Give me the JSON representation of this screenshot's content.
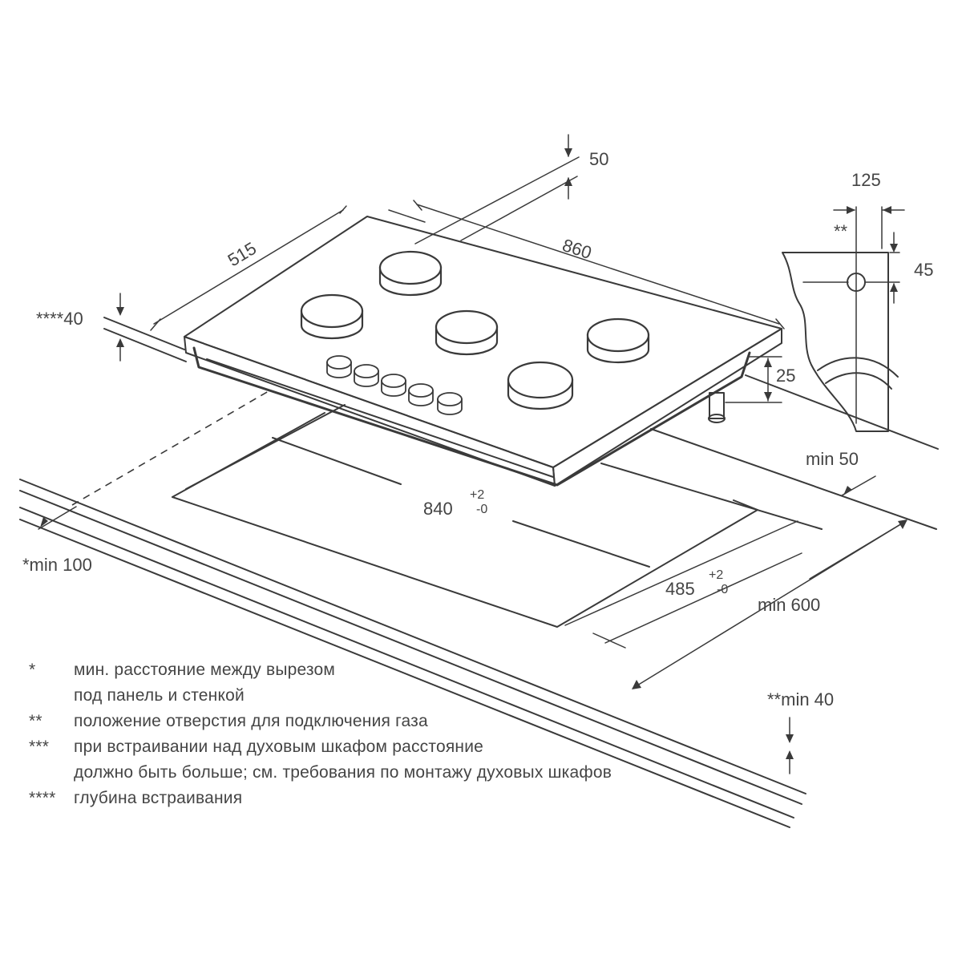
{
  "dimensions": {
    "width_860": "860",
    "depth_515": "515",
    "hole_offset_50": "50",
    "hole_offset_125": "125",
    "hole_depth_45": "45",
    "height_25": "25",
    "embed_depth_40": "****40",
    "gas_mark": "**",
    "cutout_width": "840",
    "cutout_depth": "485",
    "tol_plus": "+2",
    "tol_minus": "-0",
    "min_50": "min 50",
    "min_100": "*min 100",
    "min_600": "min 600",
    "min_40": "**min 40"
  },
  "notes": [
    {
      "mark": "*",
      "text": "мин. расстояние между вырезом"
    },
    {
      "mark": "",
      "text": "под панель и стенкой"
    },
    {
      "mark": "**",
      "text": "положение отверстия для подключения газа"
    },
    {
      "mark": "***",
      "text": "при встраивании над духовым шкафом расстояние"
    },
    {
      "mark": "",
      "text": "должно быть больше; см. требования по монтажу духовых шкафов"
    },
    {
      "mark": "****",
      "text": "глубина встраивания"
    }
  ],
  "colors": {
    "line": "#3a3a3a",
    "text": "#454545",
    "background": "#ffffff"
  }
}
